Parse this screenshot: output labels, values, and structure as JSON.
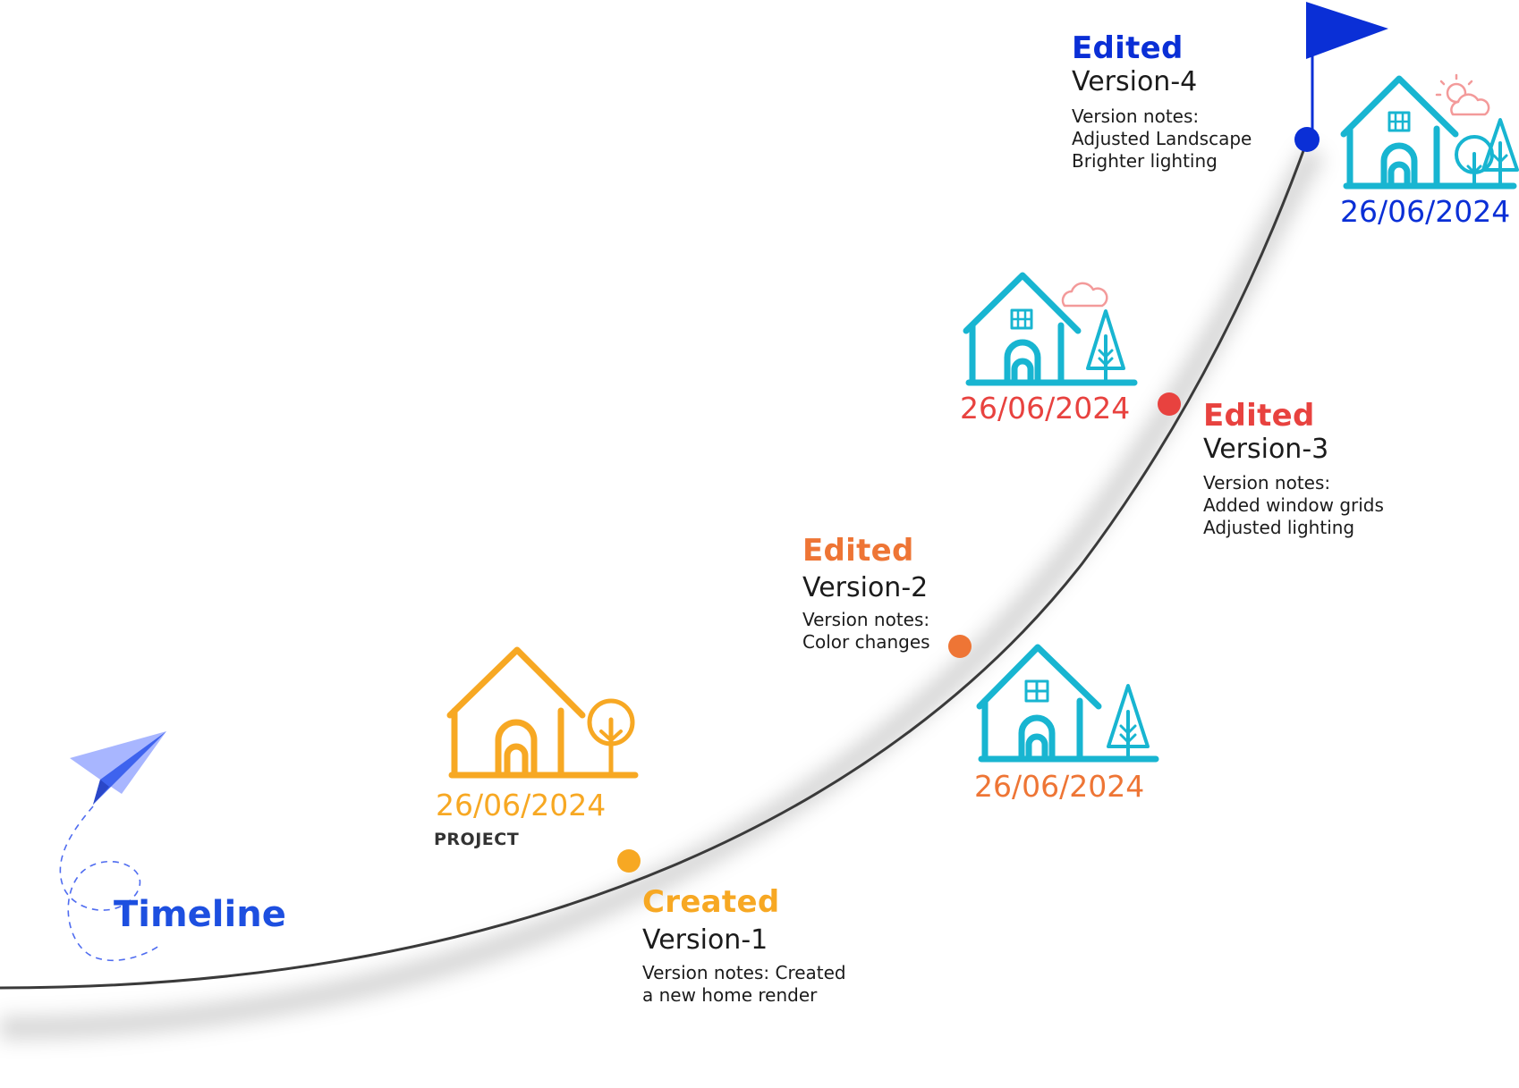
{
  "title": "Timeline",
  "project_label": "PROJECT",
  "colors": {
    "v1": "#f7a823",
    "v2": "#ee7535",
    "v3": "#e8423f",
    "v4": "#0a2fd6",
    "house_orange": "#f7a823",
    "house_teal": "#18b5d1",
    "curve": "#3a3a3a",
    "title": "#1d4fe0"
  },
  "versions": [
    {
      "status": "Created",
      "version": "Version-1",
      "notes": [
        "Version notes: Created",
        "a new home render"
      ],
      "date": "26/06/2024"
    },
    {
      "status": "Edited",
      "version": "Version-2",
      "notes": [
        "Version notes:",
        "Color changes"
      ],
      "date": "26/06/2024"
    },
    {
      "status": "Edited",
      "version": "Version-3",
      "notes": [
        "Version notes:",
        "Added window grids",
        "Adjusted lighting"
      ],
      "date": "26/06/2024"
    },
    {
      "status": "Edited",
      "version": "Version-4",
      "notes": [
        "Version notes:",
        "Adjusted Landscape",
        "Brighter lighting"
      ],
      "date": "26/06/2024"
    }
  ],
  "icons": [
    "paper-plane-icon",
    "house-tree-icon",
    "house-pine-icon",
    "house-cloud-icon",
    "house-sun-cloud-icon",
    "flag-icon"
  ]
}
